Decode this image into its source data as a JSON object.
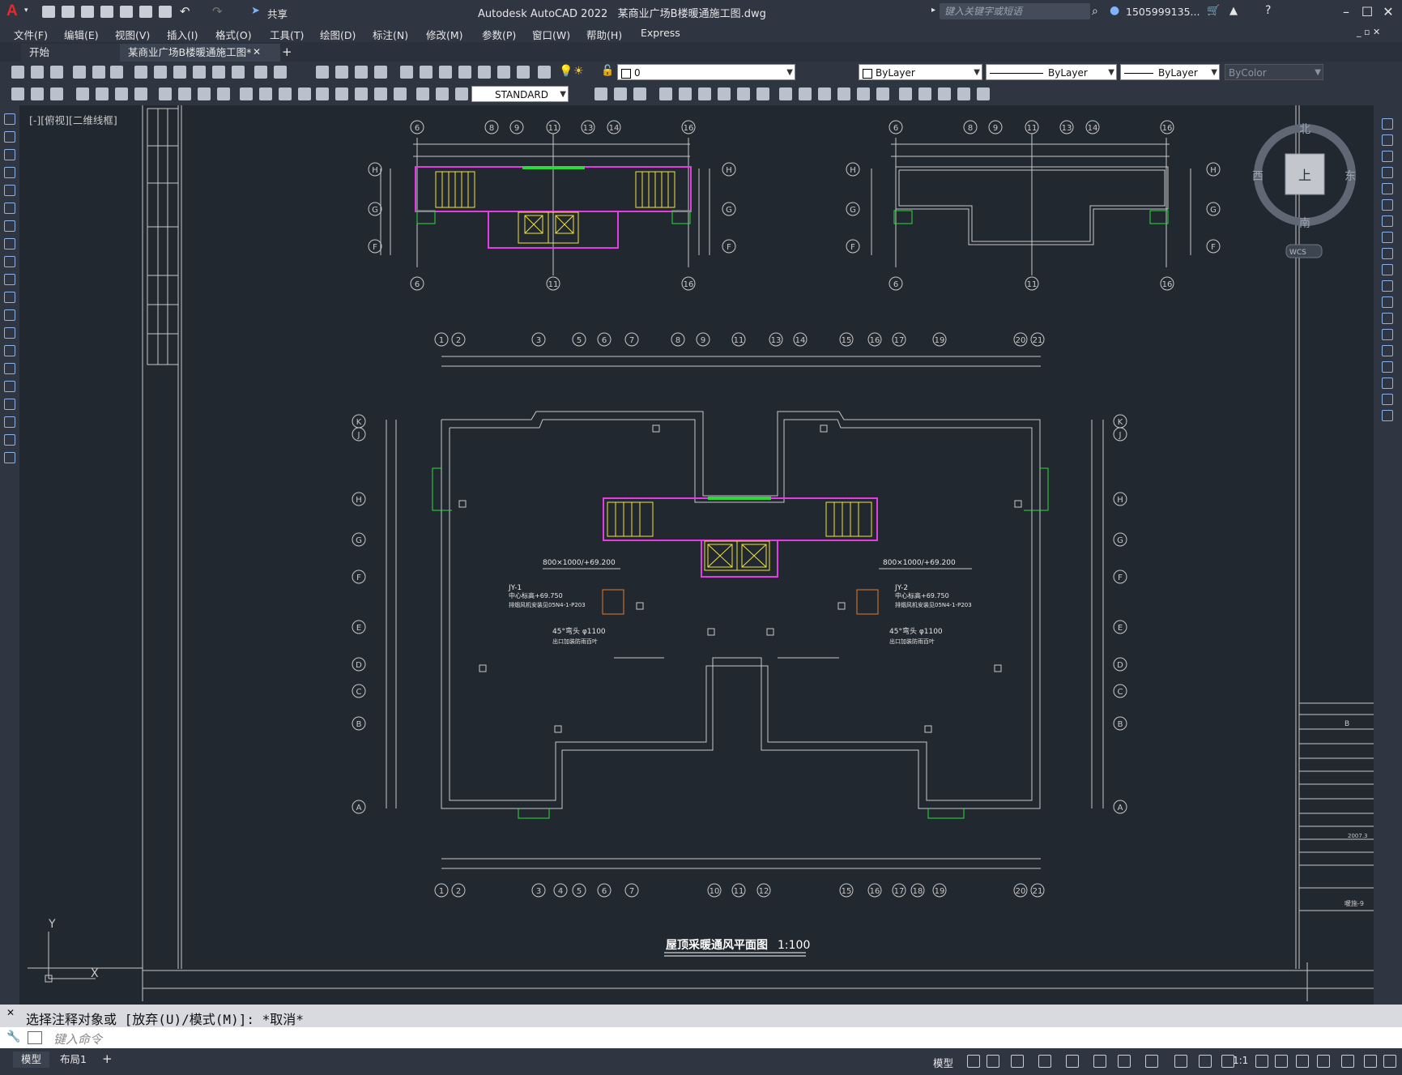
{
  "titlebar": {
    "app_title": "Autodesk AutoCAD 2022",
    "file_name": "某商业广场B楼暖通施工图.dwg",
    "share_label": "共享",
    "search_placeholder": "键入关键字或短语",
    "user": "1505999135..."
  },
  "menu": [
    "文件(F)",
    "编辑(E)",
    "视图(V)",
    "插入(I)",
    "格式(O)",
    "工具(T)",
    "绘图(D)",
    "标注(N)",
    "修改(M)",
    "参数(P)",
    "窗口(W)",
    "帮助(H)",
    "Express"
  ],
  "tabs": {
    "start": "开始",
    "document": "某商业广场B楼暖通施工图*"
  },
  "toolbar": {
    "layer_value": "0",
    "color_value": "ByLayer",
    "linetype_value": "ByLayer",
    "lineweight_value": "ByLayer",
    "plotstyle_value": "ByColor",
    "text_style": "STANDARD"
  },
  "viewport_label": "[-][俯视][二维线框]",
  "viewcube": {
    "north": "北",
    "south": "南",
    "east": "东",
    "west": "西",
    "top": "上",
    "wcs": "WCS"
  },
  "drawing": {
    "plan_title": "屋顶采暖通风平面图",
    "plan_scale": "1:100",
    "axes_top": [
      "1",
      "2",
      "3",
      "5",
      "6",
      "7",
      "8",
      "9",
      "11",
      "13",
      "14",
      "15",
      "16",
      "17",
      "19",
      "20",
      "21"
    ],
    "axes_bottom": [
      "1",
      "2",
      "3",
      "4",
      "5",
      "6",
      "7",
      "10",
      "11",
      "12",
      "15",
      "16",
      "17",
      "18",
      "19",
      "20",
      "21"
    ],
    "axes_left": [
      "K",
      "J",
      "H",
      "G",
      "F",
      "E",
      "D",
      "C",
      "B",
      "A"
    ],
    "small_axes_top": [
      "6",
      "8",
      "9",
      "11",
      "13",
      "14",
      "16"
    ],
    "small_axes_bottom": [
      "6",
      "11",
      "16"
    ],
    "small_axes_side": [
      "H",
      "G",
      "F"
    ],
    "duct_left": "800×1000/+69.200",
    "duct_right": "800×1000/+69.200",
    "fan_left_name": "JY-1",
    "fan_left_elev": "中心标高+69.750",
    "fan_left_spec": "排烟风机安装见05N4-1-P203",
    "fan_right_name": "JY-2",
    "fan_right_elev": "中心标高+69.750",
    "fan_right_spec": "排烟风机安装见05N4-1-P203",
    "elbow_left": "45°弯头 φ1100",
    "elbow_left_note": "出口加装防雨百叶",
    "elbow_right": "45°弯头 φ1100",
    "elbow_right_note": "出口加装防雨百叶",
    "titleblock_value": "B",
    "titleblock_date": "2007.3",
    "titleblock_no": "暖施-9"
  },
  "command": {
    "history": "选择注释对象或 [放弃(U)/模式(M)]: *取消*",
    "placeholder": "键入命令"
  },
  "status": {
    "model_tab": "模型",
    "layout_tab": "布局1",
    "model_label": "模型",
    "scale": "1:1"
  }
}
